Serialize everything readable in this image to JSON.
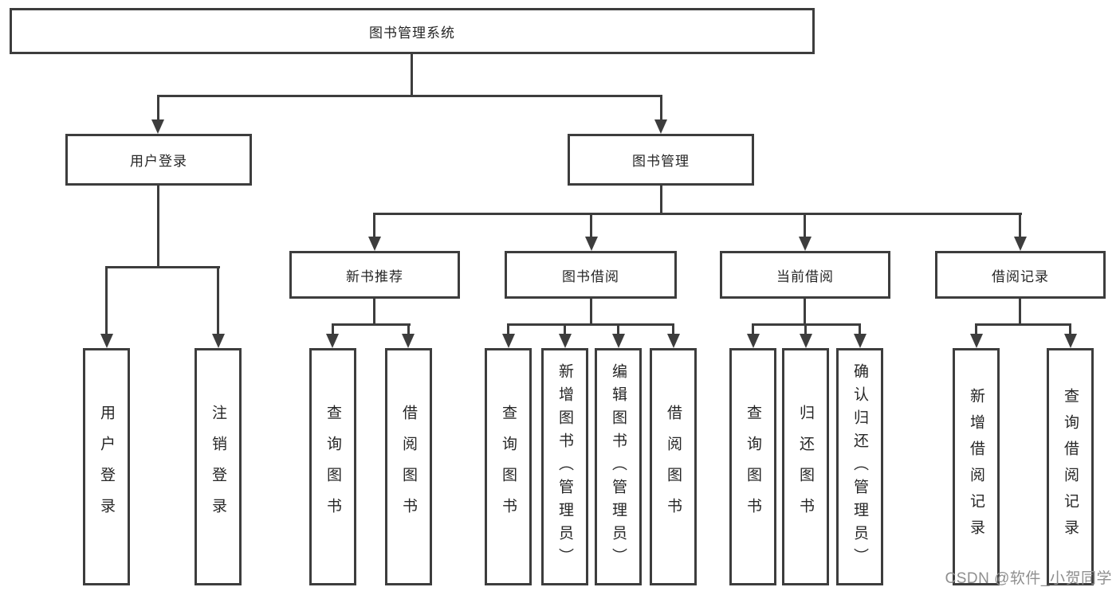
{
  "tree": {
    "root": {
      "label": "图书管理系统",
      "children": [
        {
          "label": "用户登录",
          "children": [
            {
              "label": "用户登录"
            },
            {
              "label": "注销登录"
            }
          ]
        },
        {
          "label": "图书管理",
          "children": [
            {
              "label": "新书推荐",
              "children": [
                {
                  "label": "查询图书"
                },
                {
                  "label": "借阅图书"
                }
              ]
            },
            {
              "label": "图书借阅",
              "children": [
                {
                  "label": "查询图书"
                },
                {
                  "label": "新增图书（管理员）"
                },
                {
                  "label": "编辑图书（管理员）"
                },
                {
                  "label": "借阅图书"
                }
              ]
            },
            {
              "label": "当前借阅",
              "children": [
                {
                  "label": "查询图书"
                },
                {
                  "label": "归还图书"
                },
                {
                  "label": "确认归还（管理员）"
                }
              ]
            },
            {
              "label": "借阅记录",
              "children": [
                {
                  "label": "新增借阅记录"
                },
                {
                  "label": "查询借阅记录"
                }
              ]
            }
          ]
        }
      ]
    }
  },
  "watermark": {
    "text": "CSDN @软件_小贺同学"
  },
  "colors": {
    "line": "#3d3d3d",
    "text": "#262626",
    "bg": "#ffffff",
    "watermark": "#8f8f8f"
  }
}
